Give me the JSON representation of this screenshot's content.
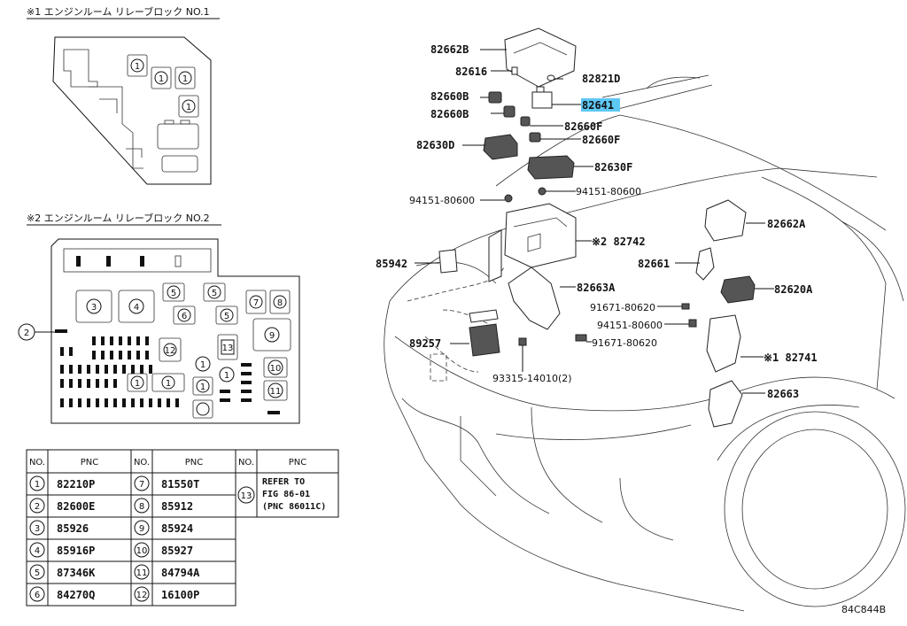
{
  "relay_block_1": {
    "title": "※1 エンジンルーム リレーブロック NO.1",
    "items": [
      "1",
      "1",
      "1",
      "1"
    ]
  },
  "relay_block_2": {
    "title": "※2 エンジンルーム リレーブロック NO.2",
    "callout": "2",
    "items_large": [
      "3",
      "4"
    ],
    "items": [
      "5",
      "5",
      "6",
      "5",
      "7",
      "8",
      "9",
      "12",
      "13",
      "1",
      "1",
      "10",
      "11",
      "1",
      "1",
      "1"
    ]
  },
  "pnc_table": {
    "headers": [
      "NO.",
      "PNC",
      "NO.",
      "PNC",
      "NO.",
      "PNC"
    ],
    "col1": [
      {
        "no": "1",
        "pnc": "82210P"
      },
      {
        "no": "2",
        "pnc": "82600E"
      },
      {
        "no": "3",
        "pnc": "85926"
      },
      {
        "no": "4",
        "pnc": "85916P"
      },
      {
        "no": "5",
        "pnc": "87346K"
      },
      {
        "no": "6",
        "pnc": "84270Q"
      }
    ],
    "col2": [
      {
        "no": "7",
        "pnc": "81550T"
      },
      {
        "no": "8",
        "pnc": "85912"
      },
      {
        "no": "9",
        "pnc": "85924"
      },
      {
        "no": "10",
        "pnc": "85927"
      },
      {
        "no": "11",
        "pnc": "84794A"
      },
      {
        "no": "12",
        "pnc": "16100P"
      }
    ],
    "col3": {
      "no": "13",
      "lines": [
        "REFER TO",
        "FIG 86-01",
        "(PNC 86011C)"
      ]
    }
  },
  "part_labels": {
    "p82662B": "82662B",
    "p82616": "82616",
    "p82821D": "82821D",
    "p82660B_1": "82660B",
    "p82641": "82641",
    "p82660B_2": "82660B",
    "p82660F_1": "82660F",
    "p82660F_2": "82660F",
    "p82630D": "82630D",
    "p82630F": "82630F",
    "p94151_1": "94151-80600",
    "p94151_2": "94151-80600",
    "p82662A": "82662A",
    "p82742": "※2 82742",
    "p85942": "85942",
    "p82661": "82661",
    "p82663A": "82663A",
    "p82620A": "82620A",
    "p91671_1": "91671-80620",
    "p94151_3": "94151-80600",
    "p89257": "89257",
    "p91671_2": "91671-80620",
    "p82741": "※1 82741",
    "p93315": "93315-14010(2)",
    "p82663": "82663"
  },
  "highlight_color": "#5ec8f5",
  "figure_code": "84C844B"
}
